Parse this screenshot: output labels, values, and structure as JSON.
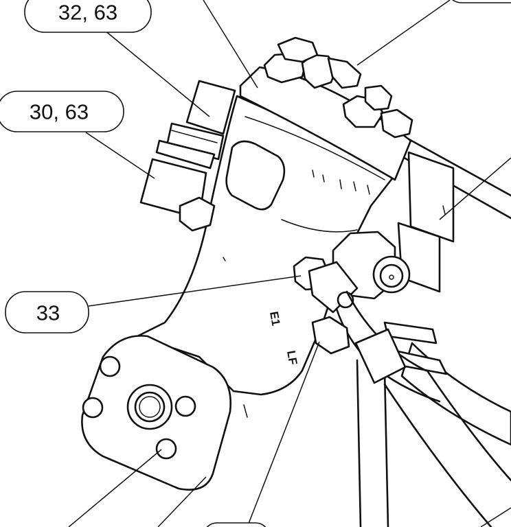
{
  "callouts": {
    "c1": {
      "label": "32, 63"
    },
    "c2": {
      "label": "30, 63"
    },
    "c3": {
      "label": "33"
    }
  },
  "port_marks": {
    "e1": "E1",
    "lf": "LF"
  },
  "colors": {
    "line": "#111111",
    "background": "#ffffff"
  }
}
